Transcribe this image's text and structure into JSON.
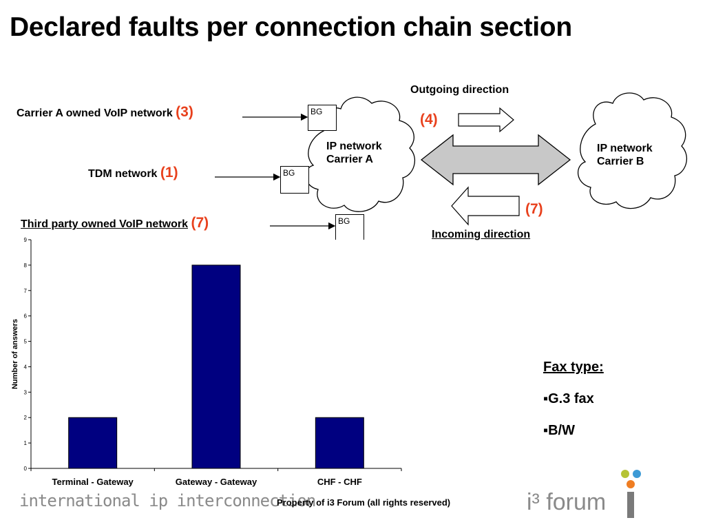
{
  "title": "Declared faults per connection chain section",
  "diagram": {
    "carrier_a_label": "Carrier A owned VoIP network",
    "carrier_a_num": "(3)",
    "tdm_label": "TDM network",
    "tdm_num": "(1)",
    "third_party_label": "Third party owned VoIP network",
    "third_party_num": "(7)",
    "bg": "BG",
    "ip_a_line1": "IP network",
    "ip_a_line2": "Carrier A",
    "ip_b_line1": "IP network",
    "ip_b_line2": "Carrier B",
    "outgoing": "Outgoing direction",
    "outgoing_num": "(4)",
    "incoming": "Incoming direction",
    "incoming_num": "(7)"
  },
  "chart_data": {
    "type": "bar",
    "categories": [
      "Terminal - Gateway",
      "Gateway - Gateway",
      "CHF - CHF"
    ],
    "values": [
      2,
      8,
      2
    ],
    "xlabel": "",
    "ylabel": "Number of answers",
    "ylim": [
      0,
      9
    ],
    "yticks": [
      0,
      1,
      2,
      3,
      4,
      5,
      6,
      7,
      8,
      9
    ],
    "grid": false,
    "colors": {
      "bar": "#000080"
    }
  },
  "fax": {
    "heading": "Fax type:",
    "items": [
      "▪G.3 fax",
      "▪B/W"
    ]
  },
  "footer": {
    "brand": "international ip interconnection",
    "property": "Property of i3 Forum (all rights reserved)",
    "logo_text": "i³ forum"
  }
}
